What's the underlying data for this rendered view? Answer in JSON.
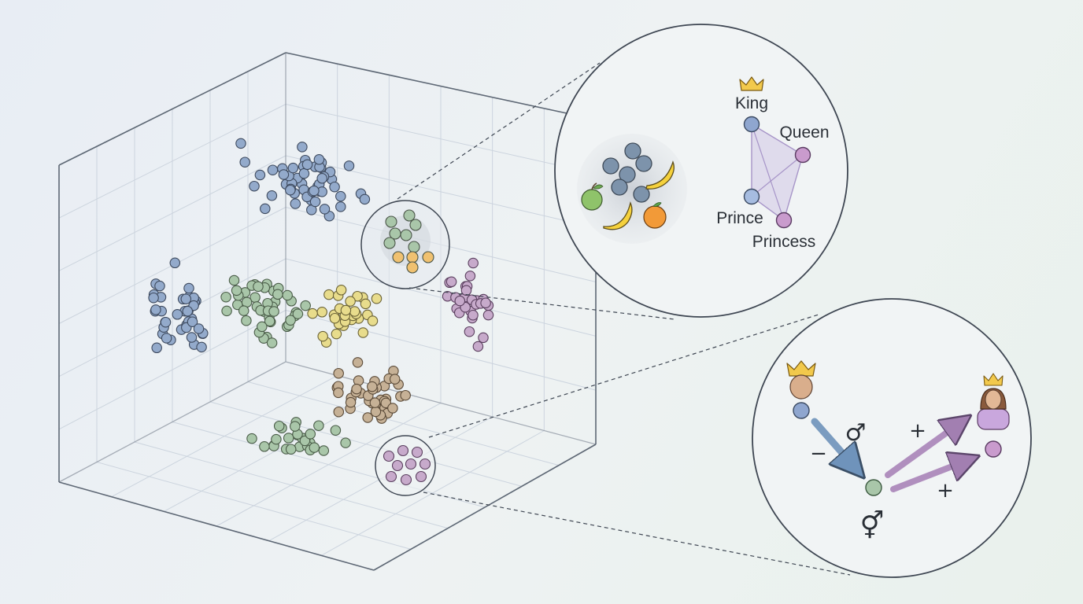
{
  "colors": {
    "background": "#eaf0f2",
    "frame": "#5e6875",
    "grid": "#c9d1dc",
    "cluster_blue": "#93aacb",
    "cluster_green": "#a9c6a9",
    "cluster_yellow": "#e8dc8c",
    "cluster_tan": "#c6b196",
    "cluster_purple": "#c7aacb",
    "orange_point": "#f0c170",
    "arrow_blue": "#7b9cc0",
    "arrow_purple": "#a888b6",
    "crown": "#f2c94c"
  },
  "zoom_top": {
    "labels": {
      "king": "King",
      "queen": "Queen",
      "prince": "Prince",
      "princess": "Princess"
    },
    "fruit_icons": [
      "apple-icon",
      "banana-icon",
      "banana-icon",
      "orange-icon"
    ],
    "crown_icon": "crown-icon"
  },
  "zoom_bottom": {
    "minus_sign": "−",
    "plus_sign_1": "+",
    "plus_sign_2": "+",
    "male_symbol": "♂",
    "combined_symbol": "⚥",
    "icons": [
      "king-avatar-icon",
      "queen-avatar-icon"
    ]
  }
}
